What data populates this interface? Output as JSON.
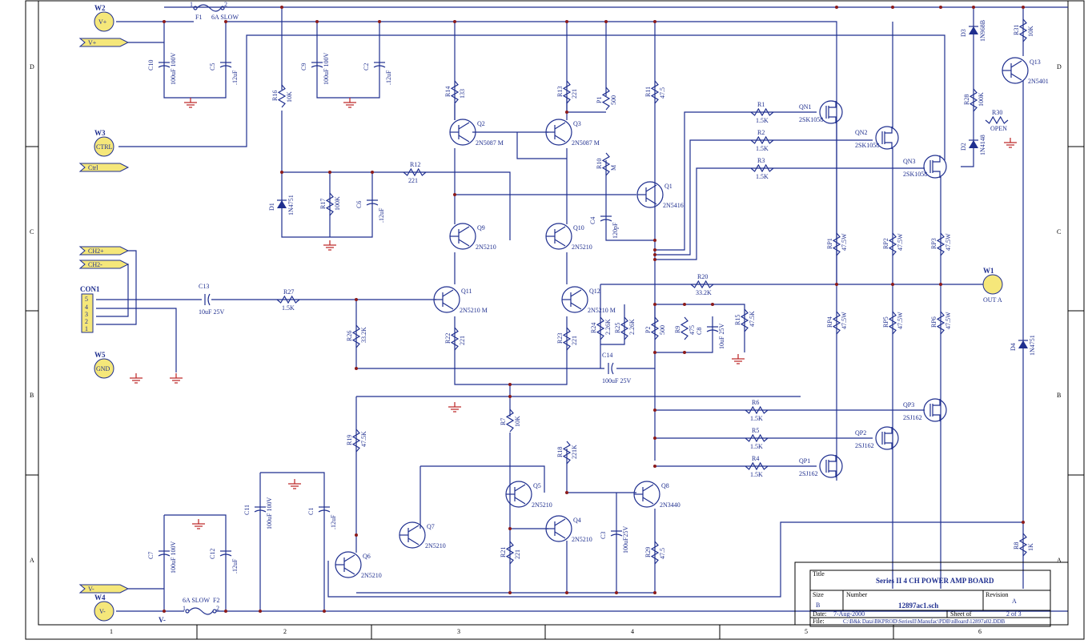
{
  "border": {
    "columns": [
      "1",
      "2",
      "3",
      "4",
      "5",
      "6"
    ],
    "rows": [
      "D",
      "C",
      "B",
      "A"
    ]
  },
  "connectors": [
    {
      "ref": "W2",
      "label": "V+"
    },
    {
      "ref": "W3",
      "label": "CTRL"
    },
    {
      "ref": "W5",
      "label": "GND"
    },
    {
      "ref": "W4",
      "label": "V-"
    },
    {
      "ref": "W1",
      "label": "OUT A"
    }
  ],
  "ports": [
    "V+",
    "Ctrl",
    "CH2+",
    "CH2-",
    "V-"
  ],
  "con1": {
    "ref": "CON1",
    "pins": [
      "5",
      "4",
      "3",
      "2",
      "1"
    ]
  },
  "fuses": [
    {
      "ref": "F1",
      "value": "6A SLOW",
      "pin1": "1",
      "pin2": "2"
    },
    {
      "ref": "F2",
      "value": "6A SLOW",
      "pin1": "1",
      "pin2": "2"
    }
  ],
  "power_labels": {
    "vplus": "V+",
    "vminus": "V-"
  },
  "capacitors": [
    {
      "ref": "C10",
      "value": "100uF 100V"
    },
    {
      "ref": "C5",
      "value": ".12uF"
    },
    {
      "ref": "C9",
      "value": "100uF 100V"
    },
    {
      "ref": "C2",
      "value": ".12uF"
    },
    {
      "ref": "C6",
      "value": ".12uF"
    },
    {
      "ref": "C13",
      "value": "10uF 25V"
    },
    {
      "ref": "C4",
      "value": "120pF"
    },
    {
      "ref": "C8",
      "value": "10uF 25V"
    },
    {
      "ref": "C14",
      "value": "100uF 25V"
    },
    {
      "ref": "C11",
      "value": "100uF 100V"
    },
    {
      "ref": "C1",
      "value": ".12uF"
    },
    {
      "ref": "C7",
      "value": "100uF 100V"
    },
    {
      "ref": "C12",
      "value": ".12uF"
    },
    {
      "ref": "C3",
      "value": "100uF25V"
    }
  ],
  "resistors": [
    {
      "ref": "R16",
      "value": "10K"
    },
    {
      "ref": "R17",
      "value": "100K"
    },
    {
      "ref": "R12",
      "value": "221"
    },
    {
      "ref": "R14",
      "value": "133"
    },
    {
      "ref": "R13",
      "value": "221"
    },
    {
      "ref": "P1",
      "value": "500"
    },
    {
      "ref": "R11",
      "value": "47.5"
    },
    {
      "ref": "R10",
      "value": "M"
    },
    {
      "ref": "R1",
      "value": "1.5K"
    },
    {
      "ref": "R2",
      "value": "1.5K"
    },
    {
      "ref": "R3",
      "value": "1.5K"
    },
    {
      "ref": "R31",
      "value": "10K"
    },
    {
      "ref": "R28",
      "value": "100K"
    },
    {
      "ref": "R30",
      "value": "OPEN"
    },
    {
      "ref": "RP1",
      "value": "47.5W"
    },
    {
      "ref": "RP2",
      "value": "47.5W"
    },
    {
      "ref": "RP3",
      "value": "47.5W"
    },
    {
      "ref": "RP4",
      "value": "47.5W"
    },
    {
      "ref": "RP5",
      "value": "47.5W"
    },
    {
      "ref": "RP6",
      "value": "47.5W"
    },
    {
      "ref": "R27",
      "value": "1.5K"
    },
    {
      "ref": "R26",
      "value": "33.2K"
    },
    {
      "ref": "R22",
      "value": "221"
    },
    {
      "ref": "R23",
      "value": "221"
    },
    {
      "ref": "R20",
      "value": "33.2K"
    },
    {
      "ref": "R24",
      "value": "2.26K"
    },
    {
      "ref": "R25",
      "value": "2.26K"
    },
    {
      "ref": "P2",
      "value": "500"
    },
    {
      "ref": "R9",
      "value": "475"
    },
    {
      "ref": "R15",
      "value": "47.5K"
    },
    {
      "ref": "R6",
      "value": "1.5K"
    },
    {
      "ref": "R5",
      "value": "1.5K"
    },
    {
      "ref": "R4",
      "value": "1.5K"
    },
    {
      "ref": "R19",
      "value": "47.5K"
    },
    {
      "ref": "R7",
      "value": "10K"
    },
    {
      "ref": "R18",
      "value": "221K"
    },
    {
      "ref": "R21",
      "value": "221"
    },
    {
      "ref": "R29",
      "value": "47.5"
    },
    {
      "ref": "R8",
      "value": "1K"
    }
  ],
  "diodes": [
    {
      "ref": "D1",
      "value": "1N4751"
    },
    {
      "ref": "D3",
      "value": "1N968B"
    },
    {
      "ref": "D2",
      "value": "1N4148"
    },
    {
      "ref": "D4",
      "value": "1N4751"
    }
  ],
  "transistors": [
    {
      "ref": "Q2",
      "value": "2N5087 M"
    },
    {
      "ref": "Q3",
      "value": "2N5087 M"
    },
    {
      "ref": "Q1",
      "value": "2N5416"
    },
    {
      "ref": "Q9",
      "value": "2N5210"
    },
    {
      "ref": "Q10",
      "value": "2N5210"
    },
    {
      "ref": "Q11",
      "value": "2N5210 M"
    },
    {
      "ref": "Q12",
      "value": "2N5210 M"
    },
    {
      "ref": "Q13",
      "value": "2N5401"
    },
    {
      "ref": "QN1",
      "value": "2SK1058"
    },
    {
      "ref": "QN2",
      "value": "2SK1058"
    },
    {
      "ref": "QN3",
      "value": "2SK1058"
    },
    {
      "ref": "QP3",
      "value": "2SJ162"
    },
    {
      "ref": "QP2",
      "value": "2SJ162"
    },
    {
      "ref": "QP1",
      "value": "2SJ162"
    },
    {
      "ref": "Q5",
      "value": "2N5210"
    },
    {
      "ref": "Q4",
      "value": "2N5210"
    },
    {
      "ref": "Q8",
      "value": "2N3440"
    },
    {
      "ref": "Q7",
      "value": "2N5210"
    },
    {
      "ref": "Q6",
      "value": "2N5210"
    }
  ],
  "title_block": {
    "title_label": "Title",
    "title": "Series II  4 CH  POWER AMP BOARD",
    "size_label": "Size",
    "size": "B",
    "number_label": "Number",
    "number": "12897ac1.sch",
    "revision_label": "Revision",
    "revision": "A",
    "date_label": "Date:",
    "date": "7-Aug-2000",
    "sheet_label": "Sheet    of",
    "sheet": "2 of 3",
    "file_label": "File:",
    "file": "C:\\B&k  Data\\BKPROD\\SeriesII\\Manufac\\PDB\\nBoard\\12897a02.DDB"
  }
}
